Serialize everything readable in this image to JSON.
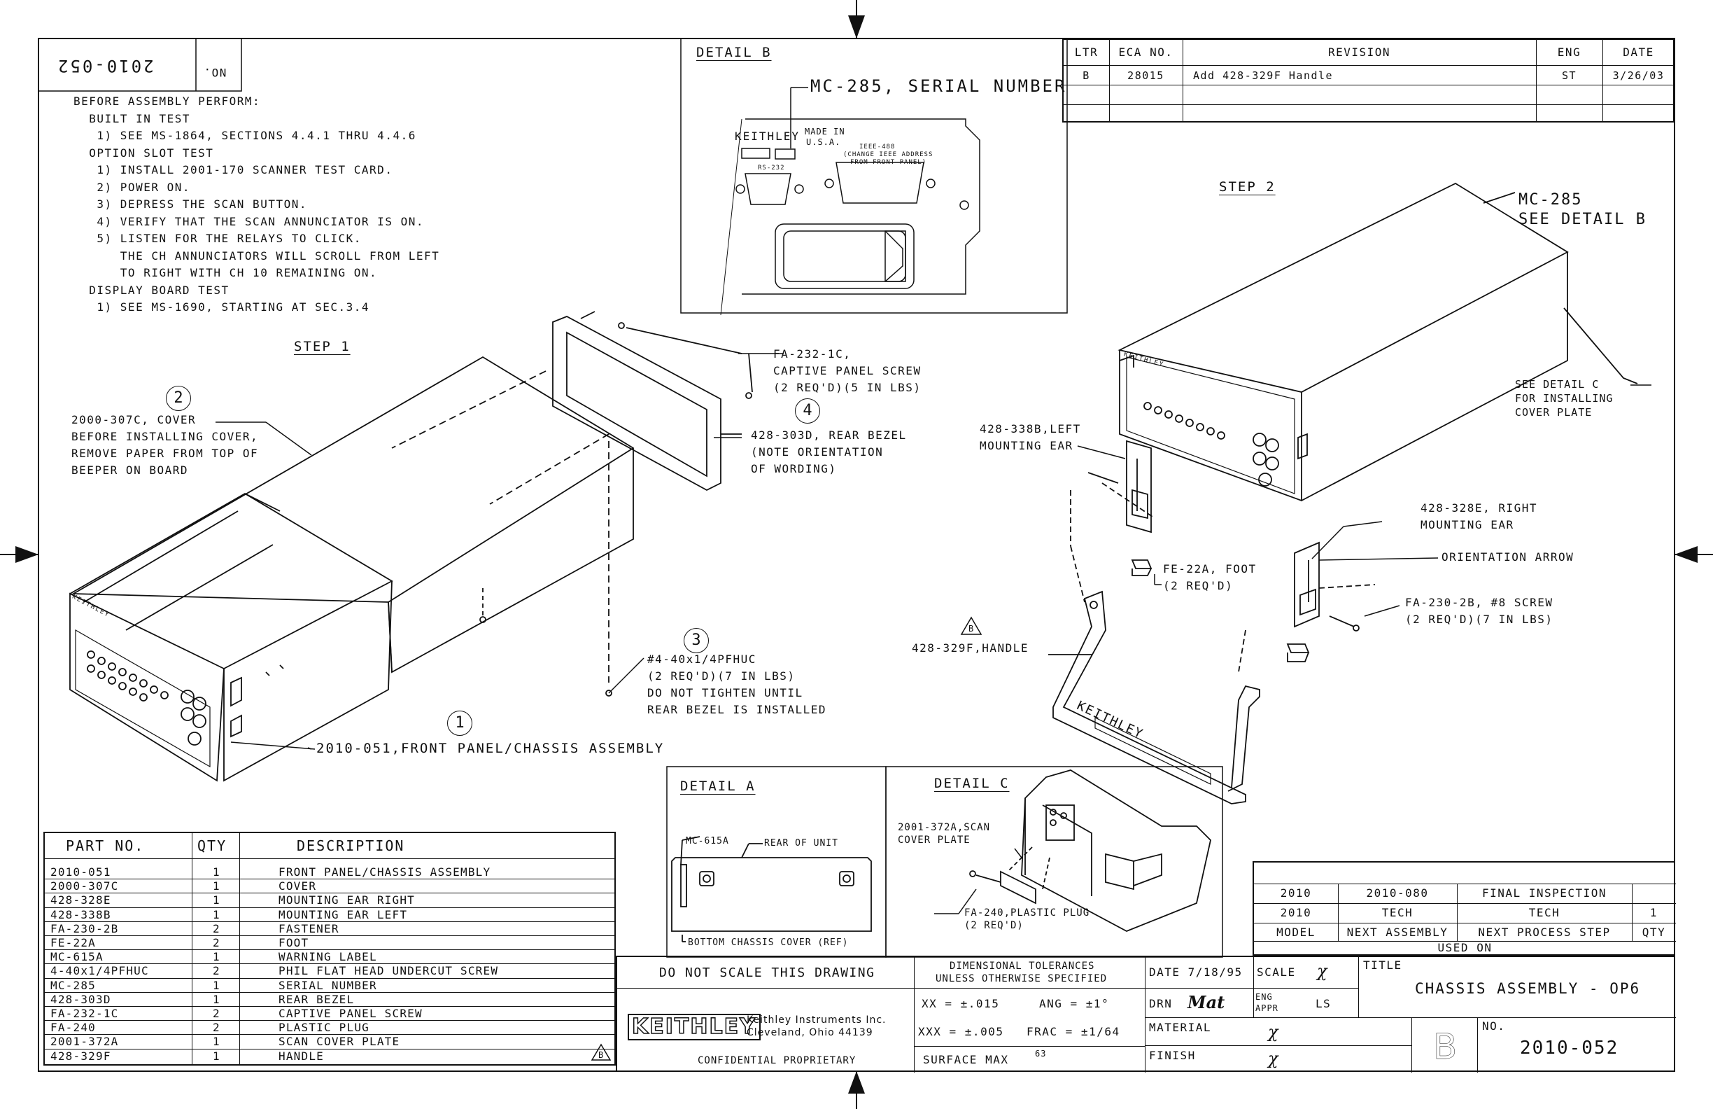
{
  "drawing_number_flipped": "2010-052",
  "drawing_number_flipped_label": "NO.",
  "notes": {
    "lines": [
      "BEFORE ASSEMBLY PERFORM:",
      "  BUILT IN TEST",
      "   1) SEE MS-1864, SECTIONS 4.4.1 THRU 4.4.6",
      "  OPTION SLOT TEST",
      "   1) INSTALL 2001-170 SCANNER TEST CARD.",
      "   2) POWER ON.",
      "   3) DEPRESS THE SCAN BUTTON.",
      "   4) VERIFY THAT THE SCAN ANNUNCIATOR IS ON.",
      "   5) LISTEN FOR THE RELAYS TO CLICK.",
      "      THE CH ANNUNCIATORS WILL SCROLL FROM LEFT",
      "      TO RIGHT WITH CH 10 REMAINING ON.",
      "  DISPLAY BOARD TEST",
      "   1) SEE MS-1690, STARTING AT SEC.3.4"
    ]
  },
  "detail_b": {
    "title": "DETAIL B",
    "serial_label": "MC-285, SERIAL NUMBER",
    "brand": "KEITHLEY",
    "made_in": "MADE IN",
    "usa": "U.S.A.",
    "rs232": "RS-232",
    "ieee1": "IEEE-488",
    "ieee2": "(CHANGE IEEE ADDRESS",
    "ieee3": "FROM FRONT PANEL)"
  },
  "revision_table": {
    "headers": [
      "LTR",
      "ECA NO.",
      "REVISION",
      "ENG",
      "DATE"
    ],
    "rows": [
      [
        "B",
        "28015",
        "Add 428-329F Handle",
        "ST",
        "3/26/03"
      ]
    ]
  },
  "step1": {
    "title": "STEP 1",
    "cover_lines": [
      "2000-307C, COVER",
      "BEFORE INSTALLING COVER,",
      "REMOVE PAPER FROM TOP OF",
      "BEEPER ON BOARD"
    ],
    "screw_lines": [
      "FA-232-1C,",
      "CAPTIVE PANEL SCREW",
      "(2 REQ'D)(5 IN LBS)"
    ],
    "bezel_lines": [
      "428-303D, REAR BEZEL",
      "(NOTE ORIENTATION",
      "OF WORDING)"
    ],
    "flathead_lines": [
      "#4-40x1/4PFHUC",
      "(2 REQ'D)(7 IN LBS)",
      "DO NOT TIGHTEN UNTIL",
      "REAR BEZEL IS INSTALLED"
    ],
    "chassis_label": "2010-051,FRONT PANEL/CHASSIS ASSEMBLY",
    "callouts": [
      "2",
      "4",
      "3",
      "1"
    ]
  },
  "step2": {
    "title": "STEP 2",
    "mc285_lines": [
      "MC-285",
      "SEE DETAIL B"
    ],
    "detail_c_lines": [
      "SEE DETAIL C",
      "FOR INSTALLING",
      "COVER PLATE"
    ],
    "left_ear_lines": [
      "428-338B,LEFT",
      "MOUNTING EAR"
    ],
    "right_ear_lines": [
      "428-328E, RIGHT",
      "MOUNTING EAR"
    ],
    "orientation_arrow": "ORIENTATION ARROW",
    "screw_lines": [
      "FA-230-2B, #8 SCREW",
      "(2 REQ'D)(7 IN LBS)"
    ],
    "foot_lines": [
      "FE-22A, FOOT",
      "(2 REQ'D)"
    ],
    "handle_label": "428-329F,HANDLE",
    "rev_flag": "B",
    "handle_brand": "KEITHLEY"
  },
  "detail_a": {
    "title": "DETAIL A",
    "mc615": "MC-615A",
    "rear_of_unit": "REAR OF UNIT",
    "bottom_cover": "BOTTOM CHASSIS COVER (REF)"
  },
  "detail_c": {
    "title": "DETAIL C",
    "scan_lines": [
      "2001-372A,SCAN",
      "COVER PLATE"
    ],
    "plug_lines": [
      "FA-240,PLASTIC PLUG",
      "(2 REQ'D)"
    ]
  },
  "parts_list": {
    "headers": [
      "PART NO.",
      "QTY",
      "DESCRIPTION"
    ],
    "rows": [
      [
        "2010-051",
        "1",
        "FRONT PANEL/CHASSIS ASSEMBLY"
      ],
      [
        "2000-307C",
        "1",
        "COVER"
      ],
      [
        "428-328E",
        "1",
        "MOUNTING EAR RIGHT"
      ],
      [
        "428-338B",
        "1",
        "MOUNTING EAR LEFT"
      ],
      [
        "FA-230-2B",
        "2",
        "FASTENER"
      ],
      [
        "FE-22A",
        "2",
        "FOOT"
      ],
      [
        "MC-615A",
        "1",
        "WARNING LABEL"
      ],
      [
        "4-40x1/4PFHUC",
        "2",
        "PHIL FLAT HEAD UNDERCUT SCREW"
      ],
      [
        "MC-285",
        "1",
        "SERIAL NUMBER"
      ],
      [
        "428-303D",
        "1",
        "REAR BEZEL"
      ],
      [
        "FA-232-1C",
        "2",
        "CAPTIVE PANEL SCREW"
      ],
      [
        "FA-240",
        "2",
        "PLASTIC PLUG"
      ],
      [
        "2001-372A",
        "1",
        "SCAN COVER PLATE"
      ],
      [
        "428-329F",
        "1",
        "HANDLE"
      ]
    ],
    "last_row_flag": "B"
  },
  "usage_table": {
    "rows": [
      [
        "2010",
        "2010-080",
        "FINAL INSPECTION",
        ""
      ],
      [
        "2010",
        "TECH",
        "TECH",
        "1"
      ],
      [
        "MODEL",
        "NEXT ASSEMBLY",
        "NEXT PROCESS STEP",
        "QTY"
      ]
    ],
    "used_on": "USED ON"
  },
  "title_block": {
    "do_not_scale": "DO NOT SCALE THIS DRAWING",
    "brand": "KEITHLEY",
    "company1": "Keithley Instruments Inc.",
    "company2": "Cleveland, Ohio 44139",
    "confidential": "CONFIDENTIAL PROPRIETARY",
    "tol_title1": "DIMENSIONAL TOLERANCES",
    "tol_title2": "UNLESS OTHERWISE SPECIFIED",
    "tol_xx": "XX = ±.015",
    "tol_ang": "ANG = ±1°",
    "tol_xxx": "XXX = ±.005",
    "tol_frac": "FRAC = ±1/64",
    "surface": "SURFACE MAX",
    "surface_val": "63",
    "date": "DATE 7/18/95",
    "drn": "DRN",
    "drn_sig": "Mat",
    "eng_appr": "ENG",
    "appr": "APPR",
    "eng_val": "LS",
    "material": "MATERIAL",
    "finish": "FINISH",
    "scale": "SCALE",
    "title_label": "TITLE",
    "title": "CHASSIS ASSEMBLY - OP6",
    "rev_letter": "B",
    "no_label": "NO.",
    "drawing_no": "2010-052"
  }
}
